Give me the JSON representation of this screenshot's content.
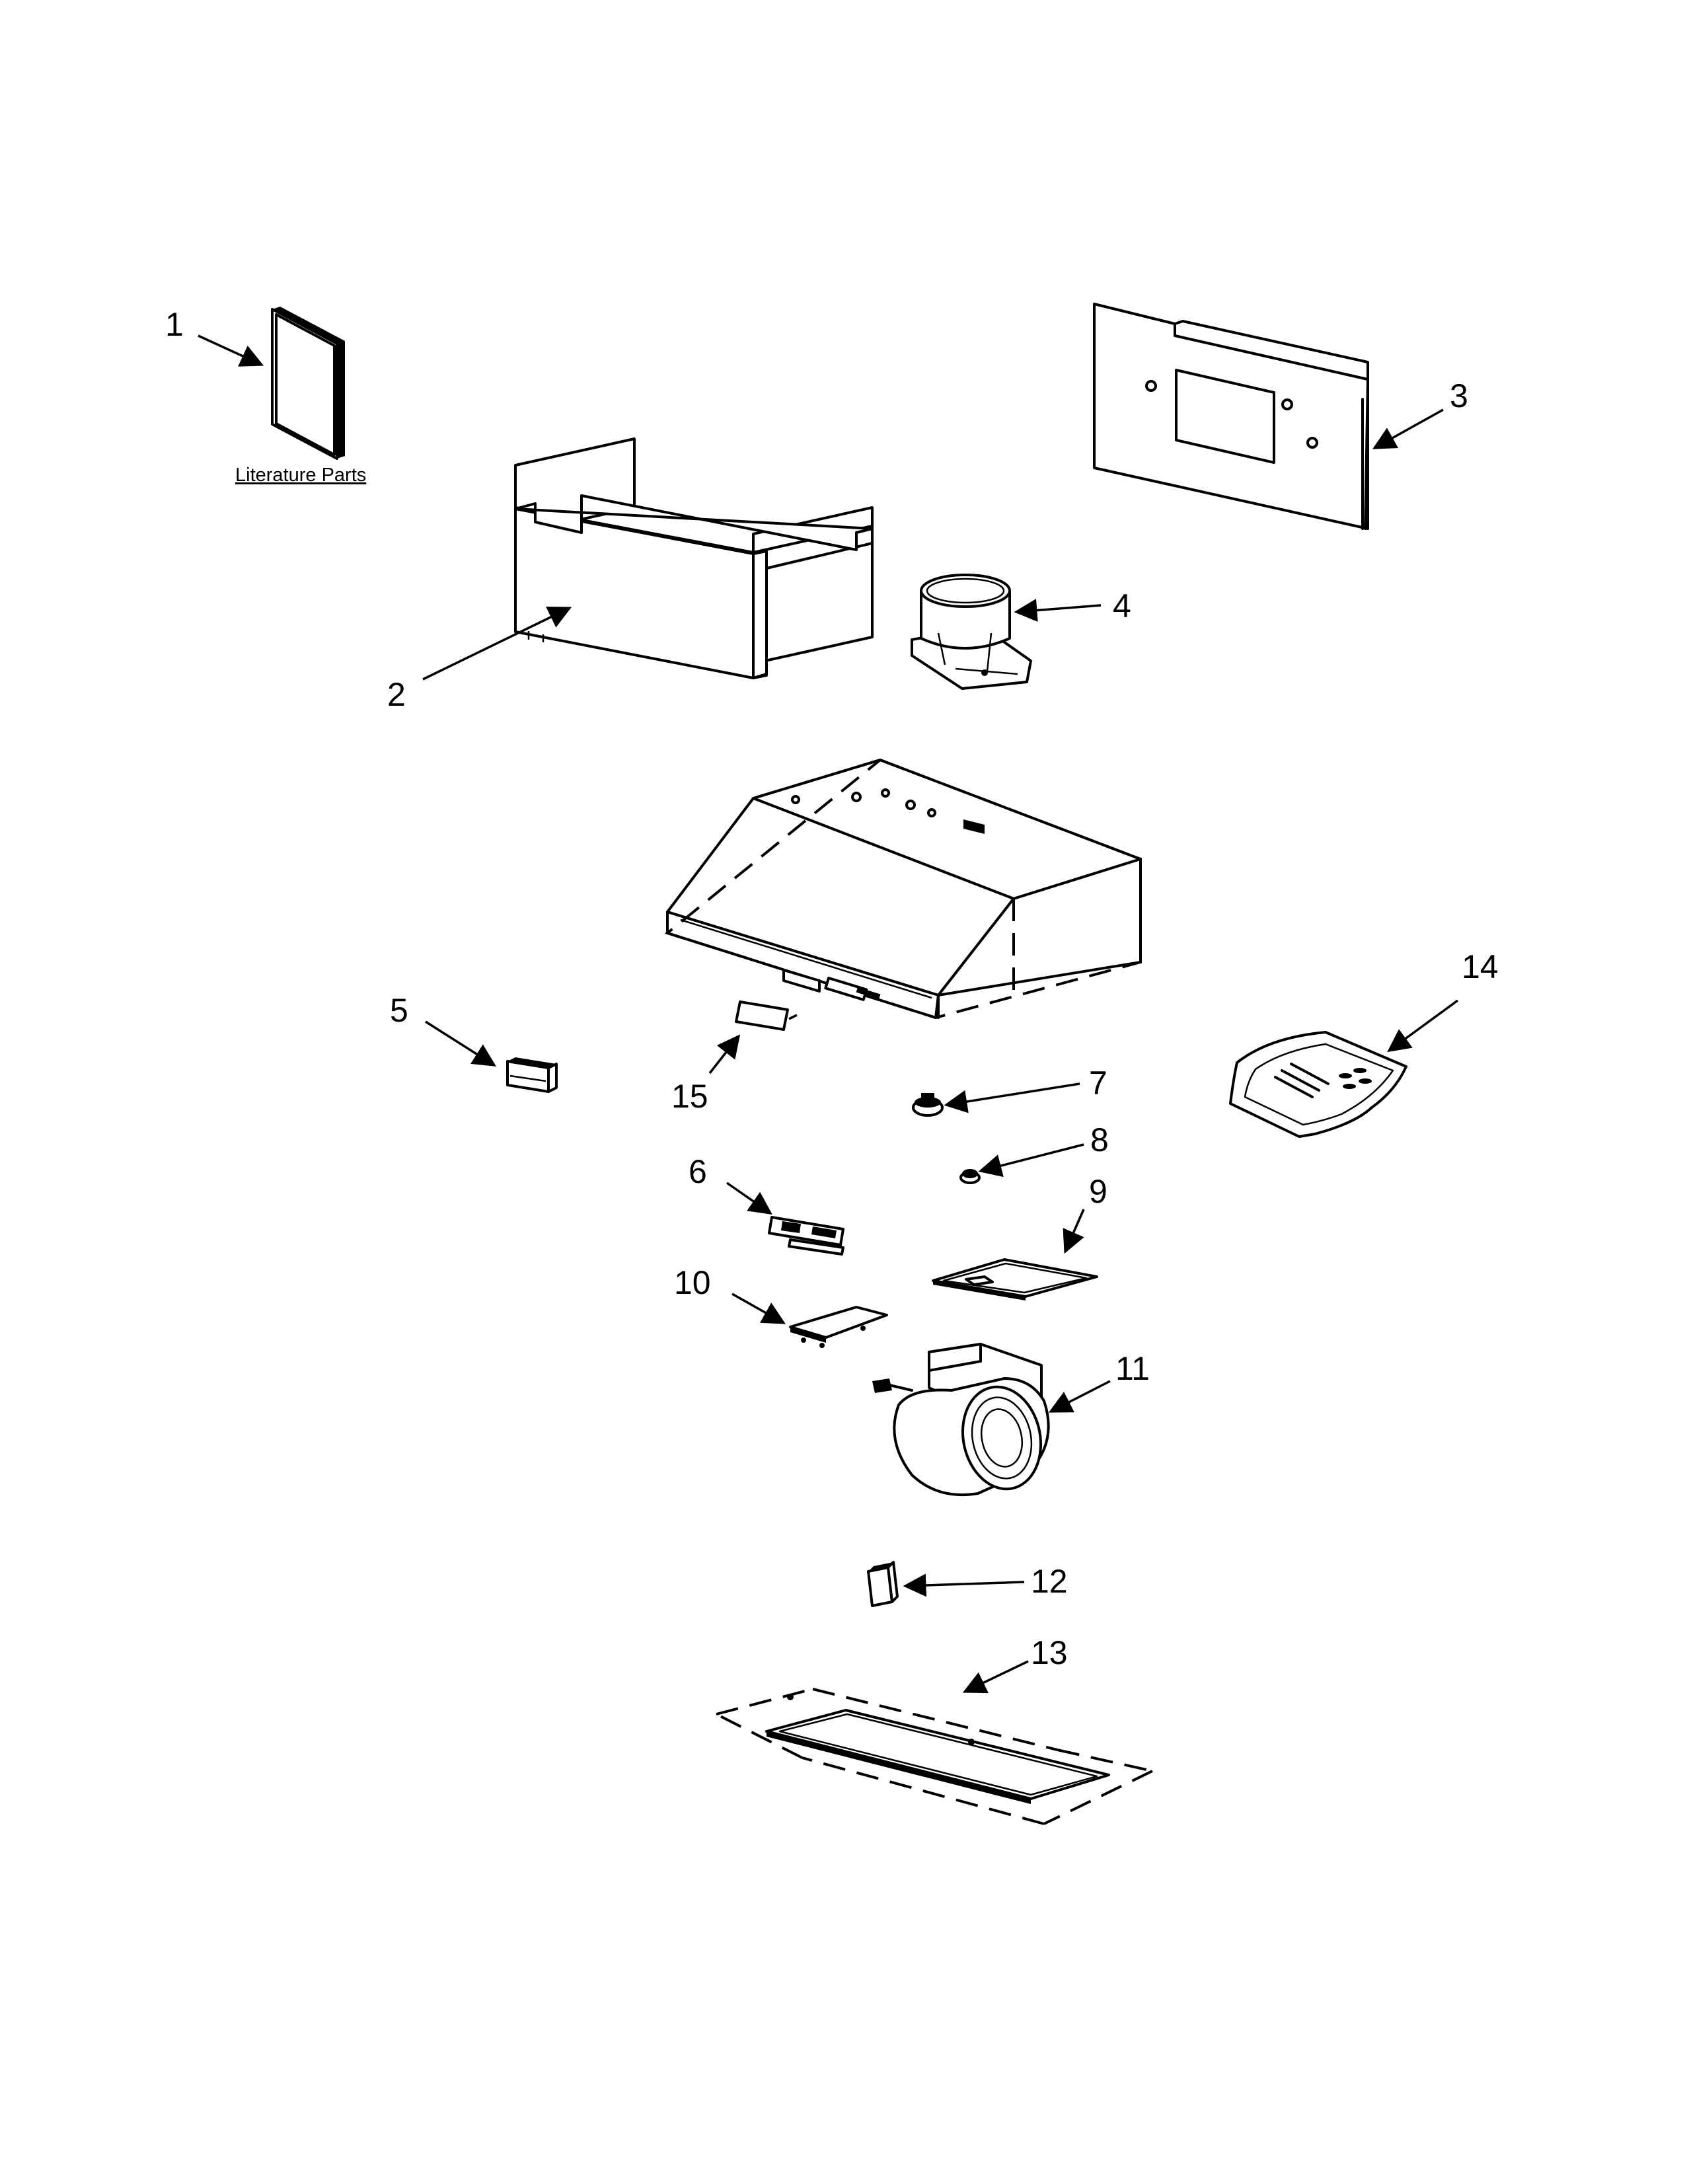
{
  "diagram": {
    "literature_caption": "Literature Parts",
    "callouts": [
      "1",
      "2",
      "3",
      "4",
      "5",
      "6",
      "7",
      "8",
      "9",
      "10",
      "11",
      "12",
      "13",
      "14",
      "15"
    ]
  }
}
